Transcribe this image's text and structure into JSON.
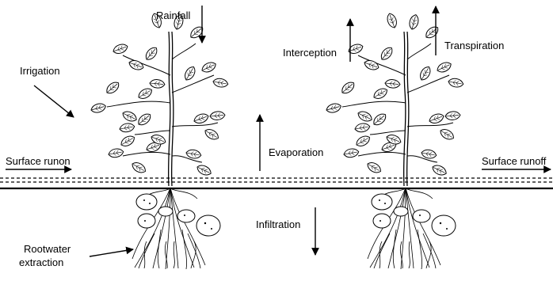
{
  "labels": {
    "rainfall": "Rainfall",
    "irrigation": "Irrigation",
    "surface_runon": "Surface runon",
    "evaporation": "Evaporation",
    "interception": "Interception",
    "transpiration": "Transpiration",
    "surface_runoff": "Surface runoff",
    "infiltration": "Infiltration",
    "rootwater_line1": "Rootwater",
    "rootwater_line2": "extraction"
  },
  "colors": {
    "ink": "#000000",
    "background": "#ffffff"
  },
  "icons": [
    "potato-plant-icon",
    "potato-tuber-icon",
    "leaf-icon",
    "root-icon",
    "arrow-icon"
  ]
}
